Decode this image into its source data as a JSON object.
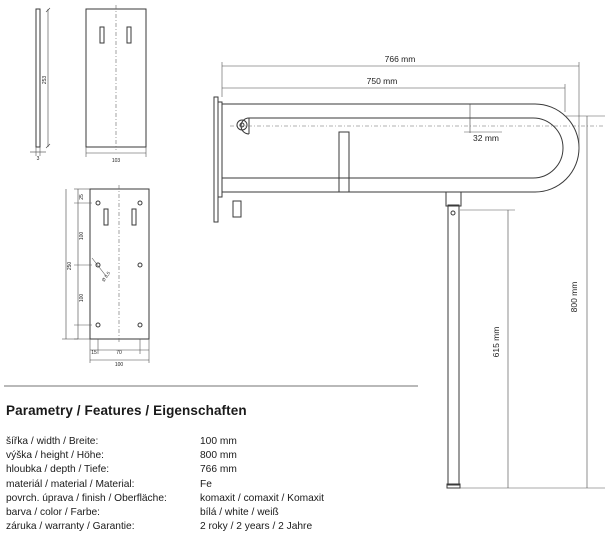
{
  "drawing": {
    "side_plate": {
      "height_label": "253",
      "thickness_label": "3"
    },
    "front_plate": {
      "width_label": "103"
    },
    "mount_plate": {
      "top_label": "25",
      "upper_label": "100",
      "height_label": "250",
      "lower_label": "100",
      "diameter_label": "Ø 8,5",
      "left_label": "15",
      "hole_span_label": "70",
      "width_label": "100"
    },
    "main_view": {
      "overall_length": "766 mm",
      "tube_length": "750 mm",
      "gap": "32 mm",
      "height": "800 mm",
      "leg_height": "615 mm"
    }
  },
  "section": {
    "title": "Parametry / Features / Eigenschaften"
  },
  "specs": [
    {
      "label": "šířka / width / Breite:",
      "value": "100 mm"
    },
    {
      "label": "výška / height / Höhe:",
      "value": "800 mm"
    },
    {
      "label": "hloubka / depth / Tiefe:",
      "value": "766 mm"
    },
    {
      "label": "materiál / material / Material:",
      "value": "Fe"
    },
    {
      "label": "povrch. úprava / finish / Oberfläche:",
      "value": "komaxit / comaxit / Komaxit"
    },
    {
      "label": "barva / color / Farbe:",
      "value": "bílá / white / weiß"
    },
    {
      "label": "záruka / warranty / Garantie:",
      "value": "2 roky / 2 years / 2 Jahre"
    }
  ]
}
